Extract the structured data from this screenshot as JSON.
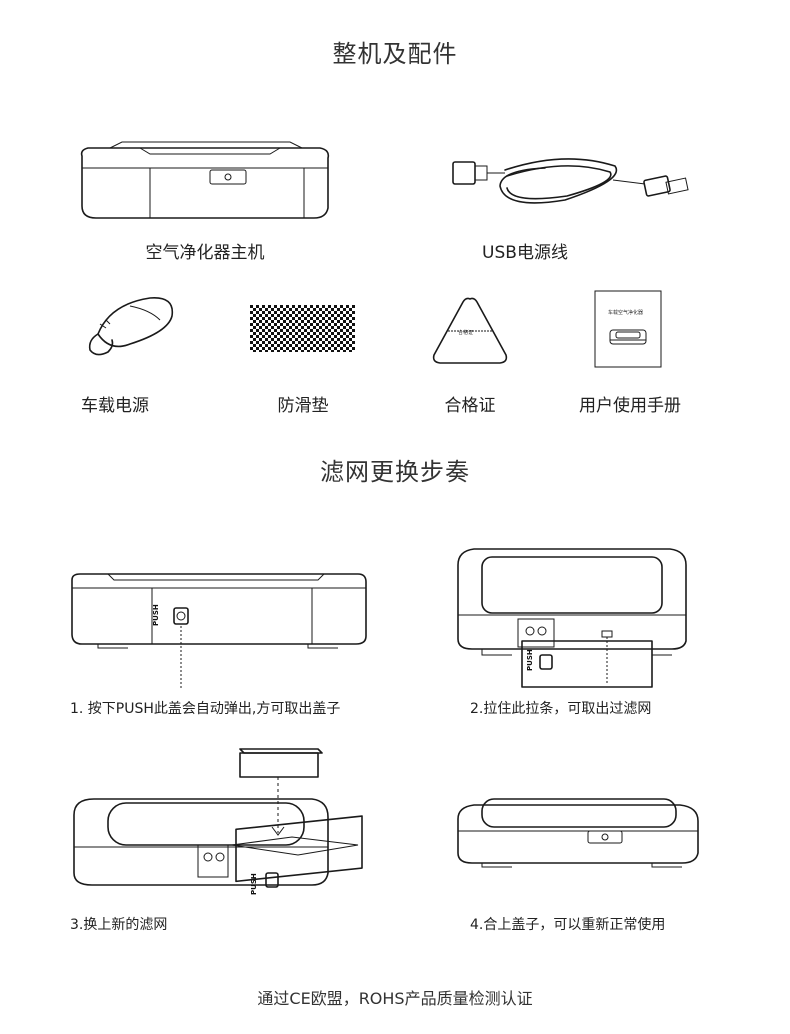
{
  "sections": {
    "accessories_title": "整机及配件",
    "filter_title": "滤网更换步奏"
  },
  "accessories": {
    "purifier": "空气净化器主机",
    "usb_cable": "USB电源线",
    "car_adapter": "车载电源",
    "anti_slip_mat": "防滑垫",
    "certificate": "合格证",
    "manual": "用户使用手册"
  },
  "steps": {
    "step1": "1. 按下PUSH此盖会自动弹出,方可取出盖子",
    "step2": "2.拉住此拉条，可取出过滤网",
    "step3": "3.换上新的滤网",
    "step4": "4.合上盖子，可以重新正常使用"
  },
  "labels": {
    "push": "PUSH",
    "certificate_inner": "合格证",
    "manual_cover": "车载空气净化器"
  },
  "footer": "通过CE欧盟，ROHS产品质量检测认证"
}
